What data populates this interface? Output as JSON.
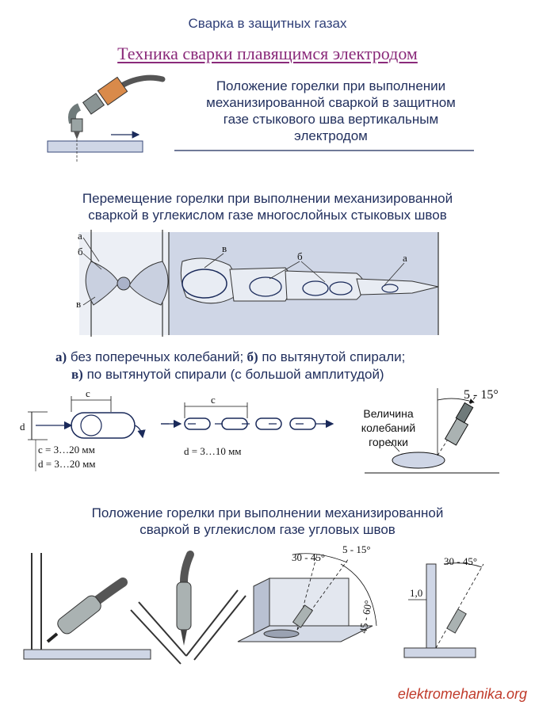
{
  "header": "Сварка  в  защитных  газах",
  "subtitle": "Техника  сварки  плавящимся  электродом",
  "section1": {
    "caption_lines": [
      "Положение  горелки  при  выполнении",
      "механизированной  сваркой  в  защитном",
      "газе  стыкового  шва  вертикальным",
      "электродом"
    ]
  },
  "section2": {
    "caption_lines": [
      "Перемещение  горелки при выполнении  механизированной",
      "сваркой  в  углекислом  газе  многослойных стыковых  швов"
    ],
    "labels": {
      "a": "а",
      "b": "б",
      "v": "в"
    },
    "legend_line1_a": "а)",
    "legend_line1_a_text": " без  поперечных  колебаний;",
    "legend_line1_b": " б)",
    "legend_line1_b_text": " по  вытянутой спирали;",
    "legend_line2_v": "в)",
    "legend_line2_v_text": "  по  вытянутой спирали (с  большой амплитудой)"
  },
  "section3": {
    "c_label": "c",
    "d_label": "d",
    "c_range": "c = 3…20 мм",
    "d_range": "d = 3…20 мм",
    "d_range2": "d = 3…10 мм",
    "angle": "5 - 15°",
    "amp_lines": [
      "Величина",
      "колебаний",
      "горелки"
    ]
  },
  "section4": {
    "caption_lines": [
      "Положение  горелки  при  выполнении  механизированной",
      "сваркой  в  углекислом  газе  угловых  швов"
    ],
    "angle1": "30 - 45°",
    "angle2": "5 - 15°",
    "angle3": "45 - 60°",
    "angle4": "30 - 45°",
    "dim": "1,0"
  },
  "watermark": "elektromehanika.org",
  "colors": {
    "title": "#2f3f78",
    "subtitle": "#8a2a7a",
    "band": "#cfd6e6",
    "torch": "#6f7a7a",
    "accent": "#d98a4a",
    "watermark": "#c03a2a"
  }
}
